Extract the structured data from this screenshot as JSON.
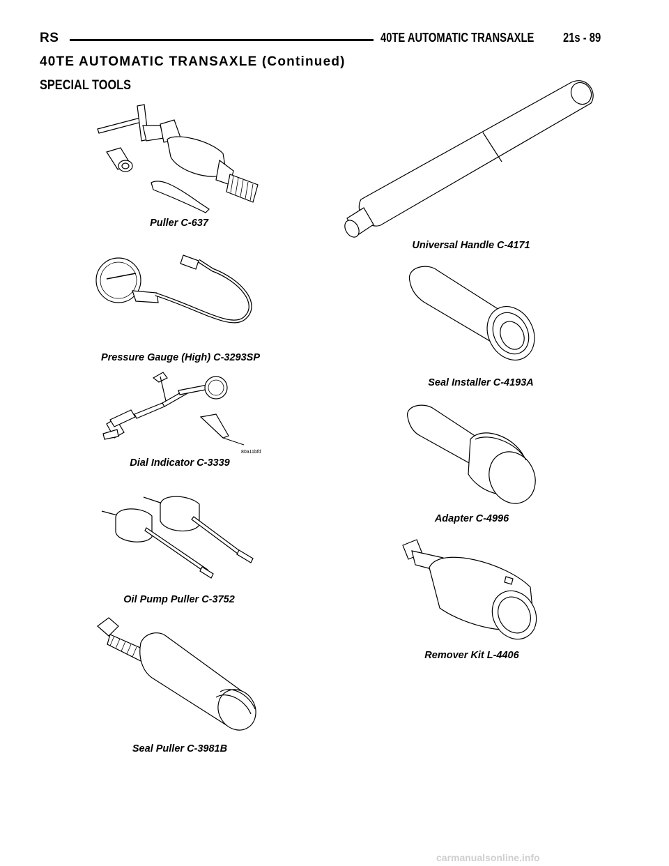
{
  "header": {
    "left": "RS",
    "title": "40TE AUTOMATIC TRANSAXLE",
    "page": "21s - 89"
  },
  "subtitle": "40TE AUTOMATIC TRANSAXLE (Continued)",
  "section": "SPECIAL TOOLS",
  "tools": [
    {
      "caption": "Puller C-637",
      "icon": "puller-icon"
    },
    {
      "caption": "Universal Handle C-4171",
      "icon": "handle-icon"
    },
    {
      "caption": "Pressure Gauge (High) C-3293SP",
      "icon": "pressure-gauge-icon"
    },
    {
      "caption": "Seal Installer C-4193A",
      "icon": "seal-installer-icon"
    },
    {
      "caption": "Dial Indicator C-3339",
      "icon": "dial-indicator-icon"
    },
    {
      "caption": "Adapter C-4996",
      "icon": "adapter-icon"
    },
    {
      "caption": "Oil Pump Puller C-3752",
      "icon": "oil-pump-puller-icon"
    },
    {
      "caption": "Remover Kit L-4406",
      "icon": "remover-kit-icon"
    },
    {
      "caption": "Seal Puller C-3981B",
      "icon": "seal-puller-icon"
    }
  ],
  "figure_code": "80a11bfd",
  "footer": "carmanualsonline.info"
}
